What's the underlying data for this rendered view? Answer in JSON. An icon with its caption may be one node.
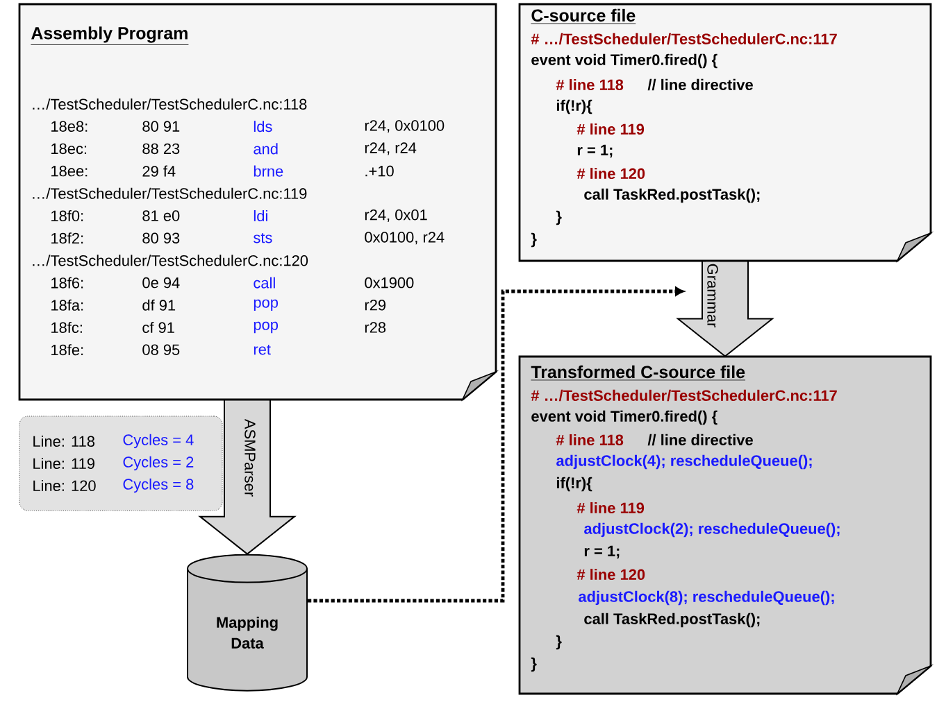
{
  "diagram": {
    "nodes": [
      {
        "text": [
          "Assembly Program",
          "…/TestScheduler/TestSchedulerC.nc:118",
          "18e8:",
          "80 91",
          "lds",
          "r24, 0x0100",
          "18ec:",
          "88 23",
          "and",
          "r24, r24",
          "18ee:",
          "29 f4",
          "brne",
          ".+10",
          "…/TestScheduler/TestSchedulerC.nc:119",
          "18f0:",
          "81 e0",
          "ldi",
          "r24, 0x01",
          "18f2:",
          "80 93",
          "sts",
          "0x0100, r24",
          "…/TestScheduler/TestSchedulerC.nc:120",
          "18f6:",
          "0e 94",
          "call",
          "0x1900",
          "18fa:",
          "df 91",
          "pop",
          "r29",
          "18fc:",
          "cf 91",
          "pop",
          "r28",
          "18fe:",
          "08 95",
          "ret"
        ]
      },
      {
        "text": [
          "C-source file",
          "# …/TestScheduler/TestSchedulerC.nc:117",
          "event void Timer0.fired() {",
          "# line 118",
          "// line directive",
          "if(!r){",
          "# line 119",
          "r = 1;",
          "# line 120",
          "call TaskRed.postTask();",
          "}",
          "}"
        ]
      },
      {
        "text": [
          "Transformed C-source file",
          "# …/TestScheduler/TestSchedulerC.nc:117",
          "event void Timer0.fired() {",
          "# line 118",
          "// line directive",
          "adjustClock(4); rescheduleQueue();",
          "if(!r){",
          "# line 119",
          "adjustClock(2); rescheduleQueue();",
          "r = 1;",
          "# line 120",
          "adjustClock(8); rescheduleQueue();",
          "call TaskRed.postTask();",
          "}",
          "}"
        ]
      },
      {
        "text": [
          "Line: 118",
          "Cycles = 4",
          "Line: 119",
          "Cycles = 2",
          "Line: 120",
          "Cycles = 8"
        ]
      },
      {
        "text": [
          "Mapping Data"
        ]
      }
    ],
    "edges": [
      {
        "from": 0,
        "to": 4,
        "arrow": "to",
        "label": "ASMParser"
      },
      {
        "from": 1,
        "to": 2,
        "arrow": "to",
        "label": "Grammar"
      },
      {
        "from": 4,
        "to": null,
        "arrow": "to",
        "style": "dashed"
      }
    ]
  }
}
